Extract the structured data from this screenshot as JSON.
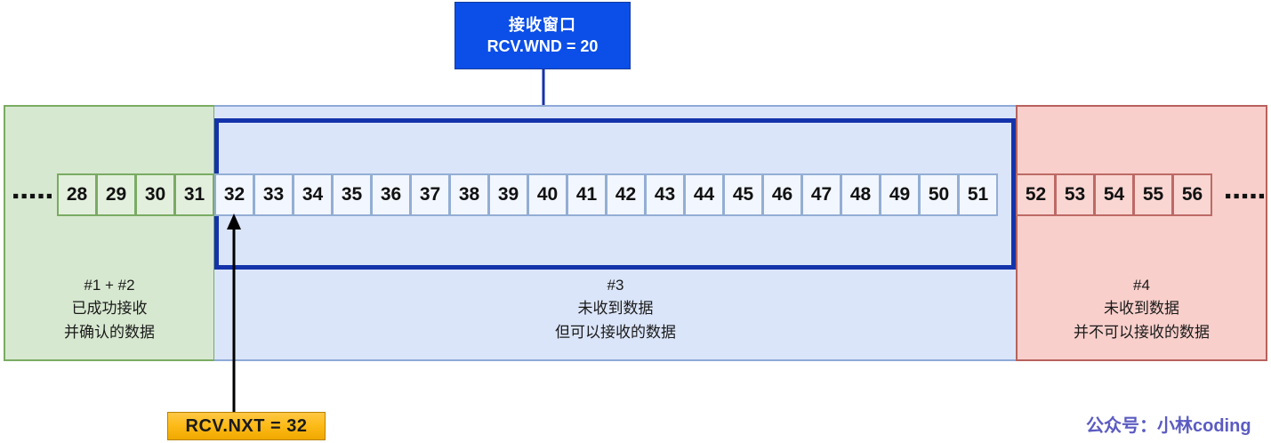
{
  "diagram": {
    "title_box": {
      "line1": "接收窗口",
      "line2": "RCV.WND = 20",
      "color": "#0b4ee8"
    },
    "pointer": {
      "label": "RCV.NXT = 32",
      "color": "#fdbb18"
    },
    "watermark": "公众号：小林coding",
    "watermark_color": "#5b5bc2",
    "ellipsis_left": "▪▪▪▪▪",
    "ellipsis_right": "▪▪▪▪▪",
    "regions": [
      {
        "key": "acked",
        "id": "#1 + #2",
        "line1": "已成功接收",
        "line2": "并确认的数据",
        "color": "#d7e8d0",
        "border_color": "#7aab63",
        "cells": [
          "28",
          "29",
          "30",
          "31"
        ]
      },
      {
        "key": "window",
        "id": "#3",
        "line1": "未收到数据",
        "line2": "但可以接收的数据",
        "color": "#dbe5fa",
        "border_color": "#8eaad6",
        "cells": [
          "32",
          "33",
          "34",
          "35",
          "36",
          "37",
          "38",
          "39",
          "40",
          "41",
          "42",
          "43",
          "44",
          "45",
          "46",
          "47",
          "48",
          "49",
          "50",
          "51"
        ]
      },
      {
        "key": "unavailable",
        "id": "#4",
        "line1": "未收到数据",
        "line2": "并不可以接收的数据",
        "color": "#f8cfcb",
        "border_color": "#b9615e",
        "cells": [
          "52",
          "53",
          "54",
          "55",
          "56"
        ]
      }
    ],
    "window_outline_color": "#1433ab"
  }
}
